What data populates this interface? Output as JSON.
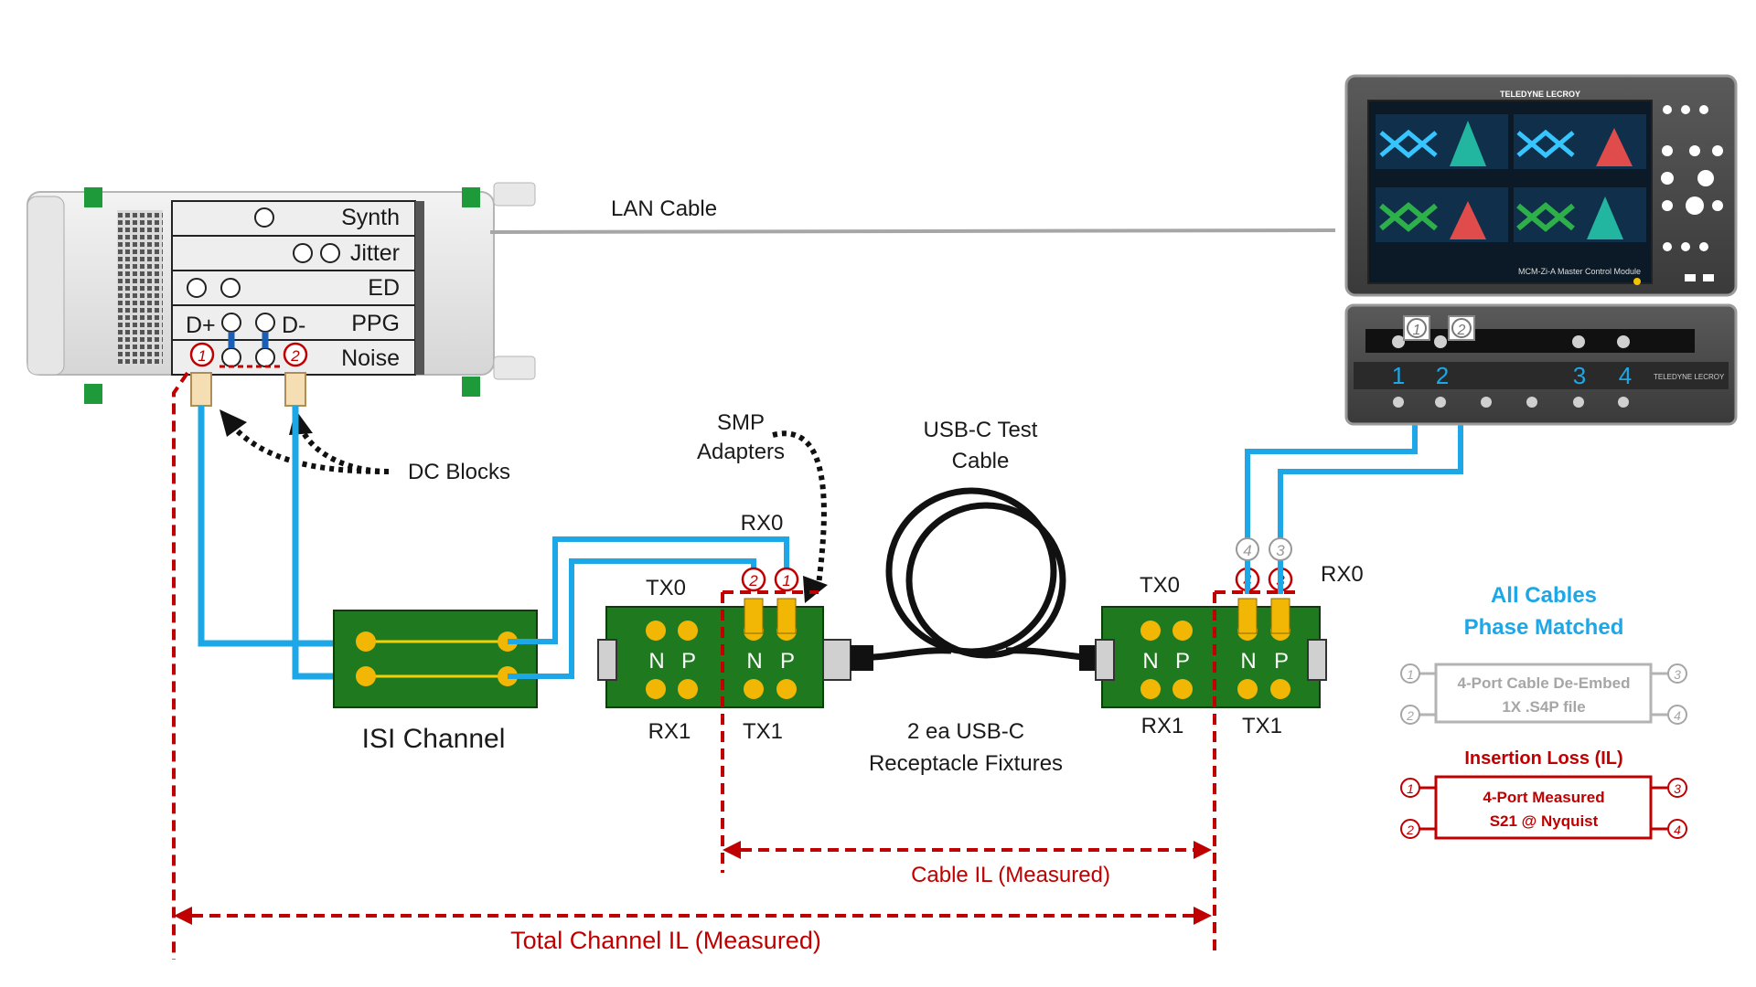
{
  "instrument": {
    "modules": [
      "Synth",
      "Jitter",
      "ED",
      "PPG",
      "Noise"
    ],
    "dplus": "D+",
    "dminus": "D-",
    "port1": "1",
    "port2": "2"
  },
  "lan_cable": "LAN Cable",
  "dc_blocks": "DC Blocks",
  "smp_adapters": [
    "SMP",
    "Adapters"
  ],
  "usbc_test_cable": [
    "USB-C Test",
    "Cable"
  ],
  "isi_channel": "ISI Channel",
  "fixture_left": {
    "tx0": "TX0",
    "rx0": "RX0",
    "rx1": "RX1",
    "tx1": "TX1",
    "n": "N",
    "p": "P",
    "port2": "2",
    "port1": "1"
  },
  "fixture_right": {
    "tx0": "TX0",
    "rx0": "RX0",
    "rx1": "RX1",
    "tx1": "TX1",
    "n": "N",
    "p": "P",
    "port4": "4",
    "port3": "3"
  },
  "fixtures_caption": [
    "2 ea USB-C",
    "Receptacle Fixtures"
  ],
  "cable_il": "Cable IL (Measured)",
  "total_il": "Total Channel IL (Measured)",
  "scope": {
    "brand": "TELEDYNE LECROY",
    "module_label": "MCM-Zi-A Master Control Module",
    "channels": [
      "1",
      "2",
      "3",
      "4"
    ],
    "port1": "1",
    "port2": "2",
    "cable_port4": "4",
    "cable_port3": "3"
  },
  "legend": {
    "phase_matched": [
      "All Cables",
      "Phase Matched"
    ],
    "deembed": [
      "4-Port Cable De-Embed",
      "1X .S4P file"
    ],
    "il_title": "Insertion Loss (IL)",
    "measured": [
      "4-Port Measured",
      "S21 @ Nyquist"
    ],
    "ports": [
      "1",
      "2",
      "3",
      "4"
    ]
  },
  "colors": {
    "cable_blue": "#1ea7e6",
    "measure_red": "#c00000",
    "pcb_green": "#1f7a1f",
    "pad_gold": "#f2b705"
  }
}
